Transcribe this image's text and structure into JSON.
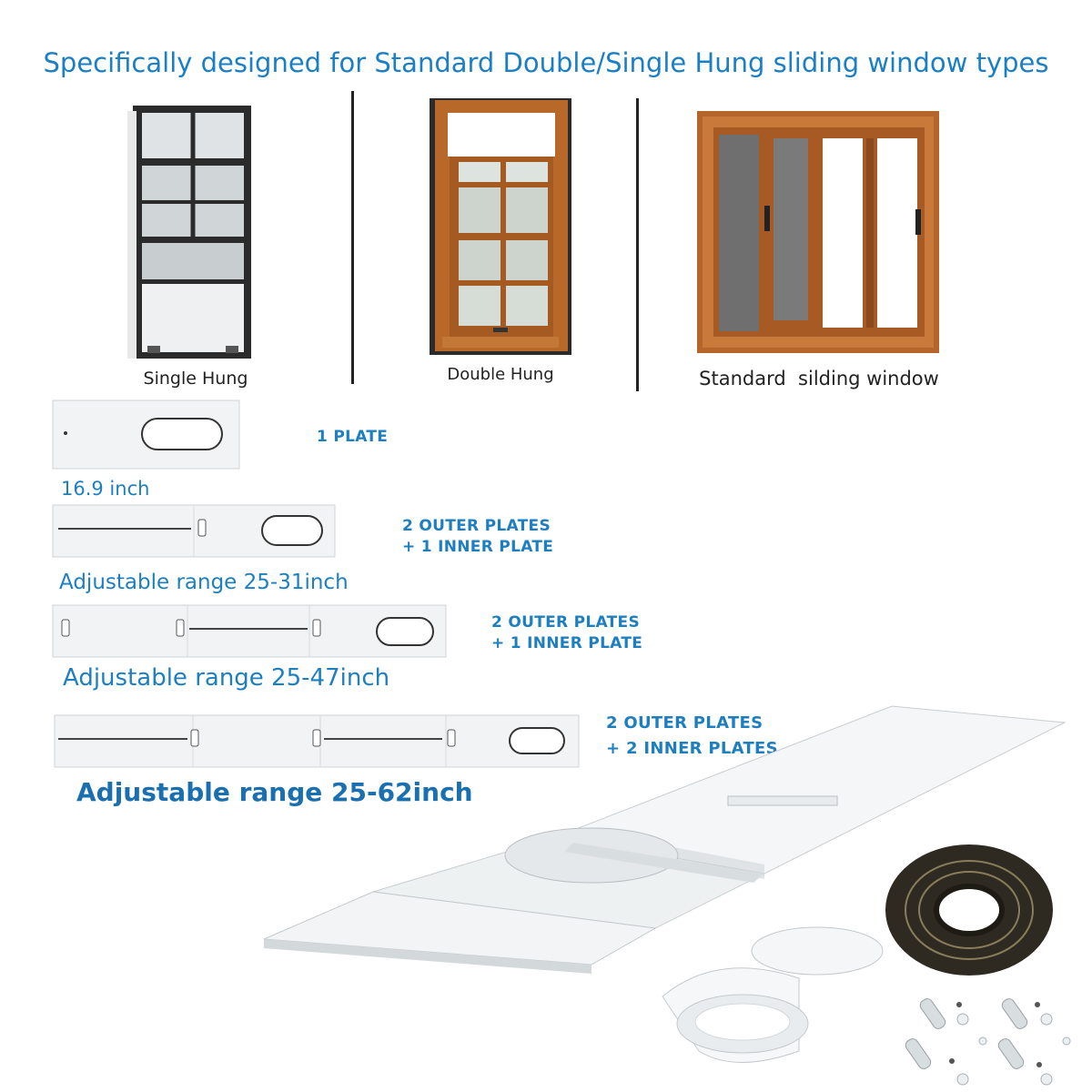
{
  "headline": "Specifically designed for Standard Double/Single Hung sliding window types",
  "window_types": [
    {
      "caption": "Single Hung"
    },
    {
      "caption": "Double Hung"
    },
    {
      "caption": "Standard  silding window"
    }
  ],
  "kits": [
    {
      "plates": [
        "1 PLATE"
      ],
      "size": "16.9 inch"
    },
    {
      "plates": [
        "2 OUTER PLATES",
        "+ 1 INNER PLATE"
      ],
      "size": "Adjustable range 25-31inch"
    },
    {
      "plates": [
        "2 OUTER PLATES",
        "+ 1 INNER PLATE"
      ],
      "size": "Adjustable range 25-47inch"
    },
    {
      "plates": [
        "2 OUTER PLATES",
        "+ 2 INNER PLATES"
      ],
      "size": "Adjustable range 25-62inch"
    }
  ],
  "colors": {
    "accent": "#1a7fc4",
    "plate": "#f1f3f4",
    "wood": "#b8692a",
    "frame_dark": "#2a2a2a"
  },
  "product_parts": [
    "window-slider-plates",
    "exhaust-hose-adapter",
    "foam-seal-tape-roll",
    "mounting-brackets-and-screws"
  ]
}
